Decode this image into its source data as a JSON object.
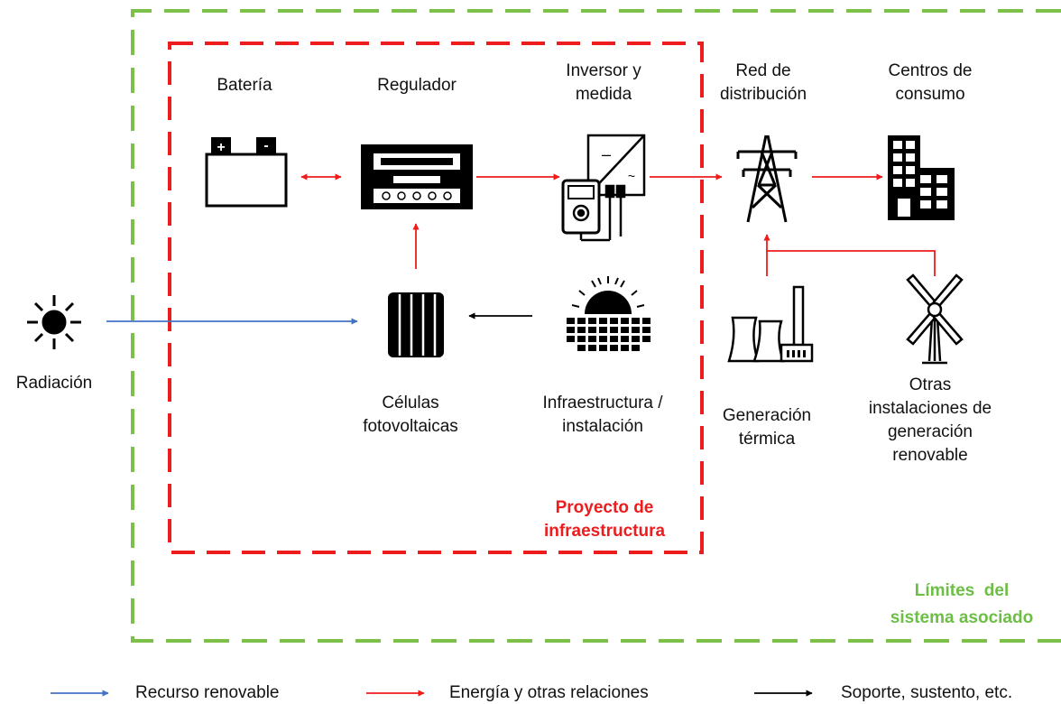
{
  "nodes": {
    "bateria": "Batería",
    "regulador": "Regulador",
    "inversor": [
      "Inversor y",
      "medida"
    ],
    "red": [
      "Red de",
      "distribución"
    ],
    "centros": [
      "Centros de",
      "consumo"
    ],
    "radiacion": "Radiación",
    "celulas": [
      "Células",
      "fotovoltaicas"
    ],
    "infraestructura": [
      "Infraestructura /",
      "instalación"
    ],
    "generacion": [
      "Generación",
      "térmica"
    ],
    "otras": [
      "Otras",
      "instalaciones de",
      "generación",
      "renovable"
    ]
  },
  "boundaries": {
    "proyecto": [
      "Proyecto de",
      "infraestructura"
    ],
    "limites": [
      "Límites  del",
      "sistema asociado"
    ]
  },
  "legend": {
    "blue": "Recurso renovable",
    "red": "Energía y otras relaciones",
    "black": "Soporte, sustento, etc."
  },
  "colors": {
    "project_boundary": "#ee1c1c",
    "system_boundary": "#7cc04a",
    "energy_arrow": "#ee1c1c",
    "resource_arrow": "#4472c4",
    "support_arrow": "#000000"
  },
  "icons": [
    "sun-icon",
    "battery-icon",
    "charge-regulator-icon",
    "inverter-meter-icon",
    "transmission-tower-icon",
    "buildings-icon",
    "solar-panel-icon",
    "solar-plant-icon",
    "cooling-towers-icon",
    "wind-turbine-icon"
  ]
}
